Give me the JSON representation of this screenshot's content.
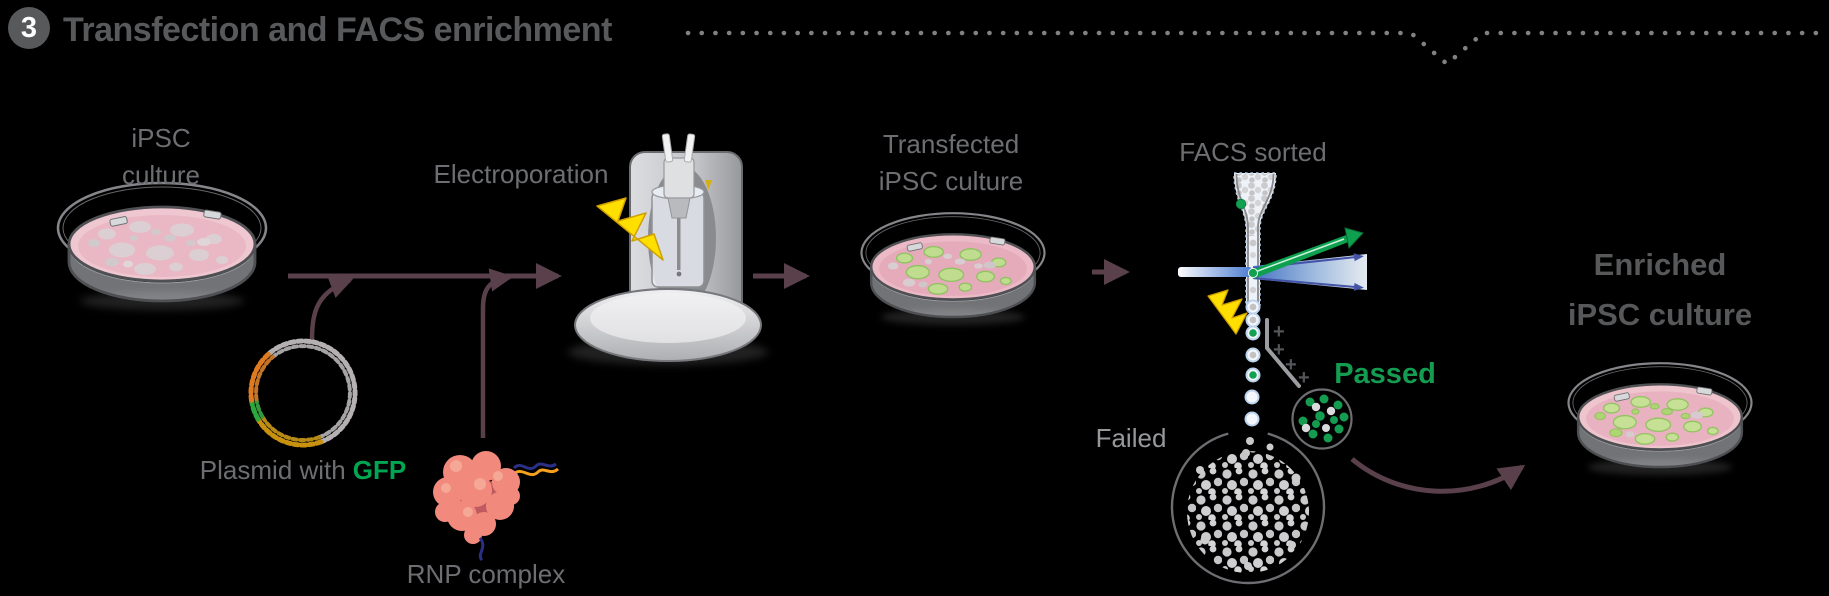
{
  "header": {
    "step_number": "3",
    "title": "Transfection and FACS enrichment"
  },
  "stages": {
    "ipsc_culture": {
      "label_line1": "iPSC",
      "label_line2": "culture"
    },
    "plasmid": {
      "label_prefix": "Plasmid with",
      "label_highlight": "GFP"
    },
    "electroporation": {
      "label": "Electroporation"
    },
    "rnp_complex": {
      "label": "RNP complex"
    },
    "transfected_culture": {
      "label_line1": "Transfected",
      "label_line2": "iPSC culture"
    },
    "facs": {
      "label": "FACS sorted",
      "passed_label": "Passed",
      "failed_label": "Failed",
      "charge_symbol": "+"
    },
    "enriched_culture": {
      "label_line1": "Enriched",
      "label_line2": "iPSC culture"
    }
  },
  "colors": {
    "title_gray": "#58595b",
    "label_gray": "#6d6e71",
    "failed_gray": "#96989b",
    "gfp_green": "#00a651",
    "passed_green": "#149c51",
    "arrow_plum": "#59404b",
    "lightning_yellow": "#ffdf00",
    "laser_blue": "#4a7bd0",
    "media_pink": "#eec4cd"
  }
}
